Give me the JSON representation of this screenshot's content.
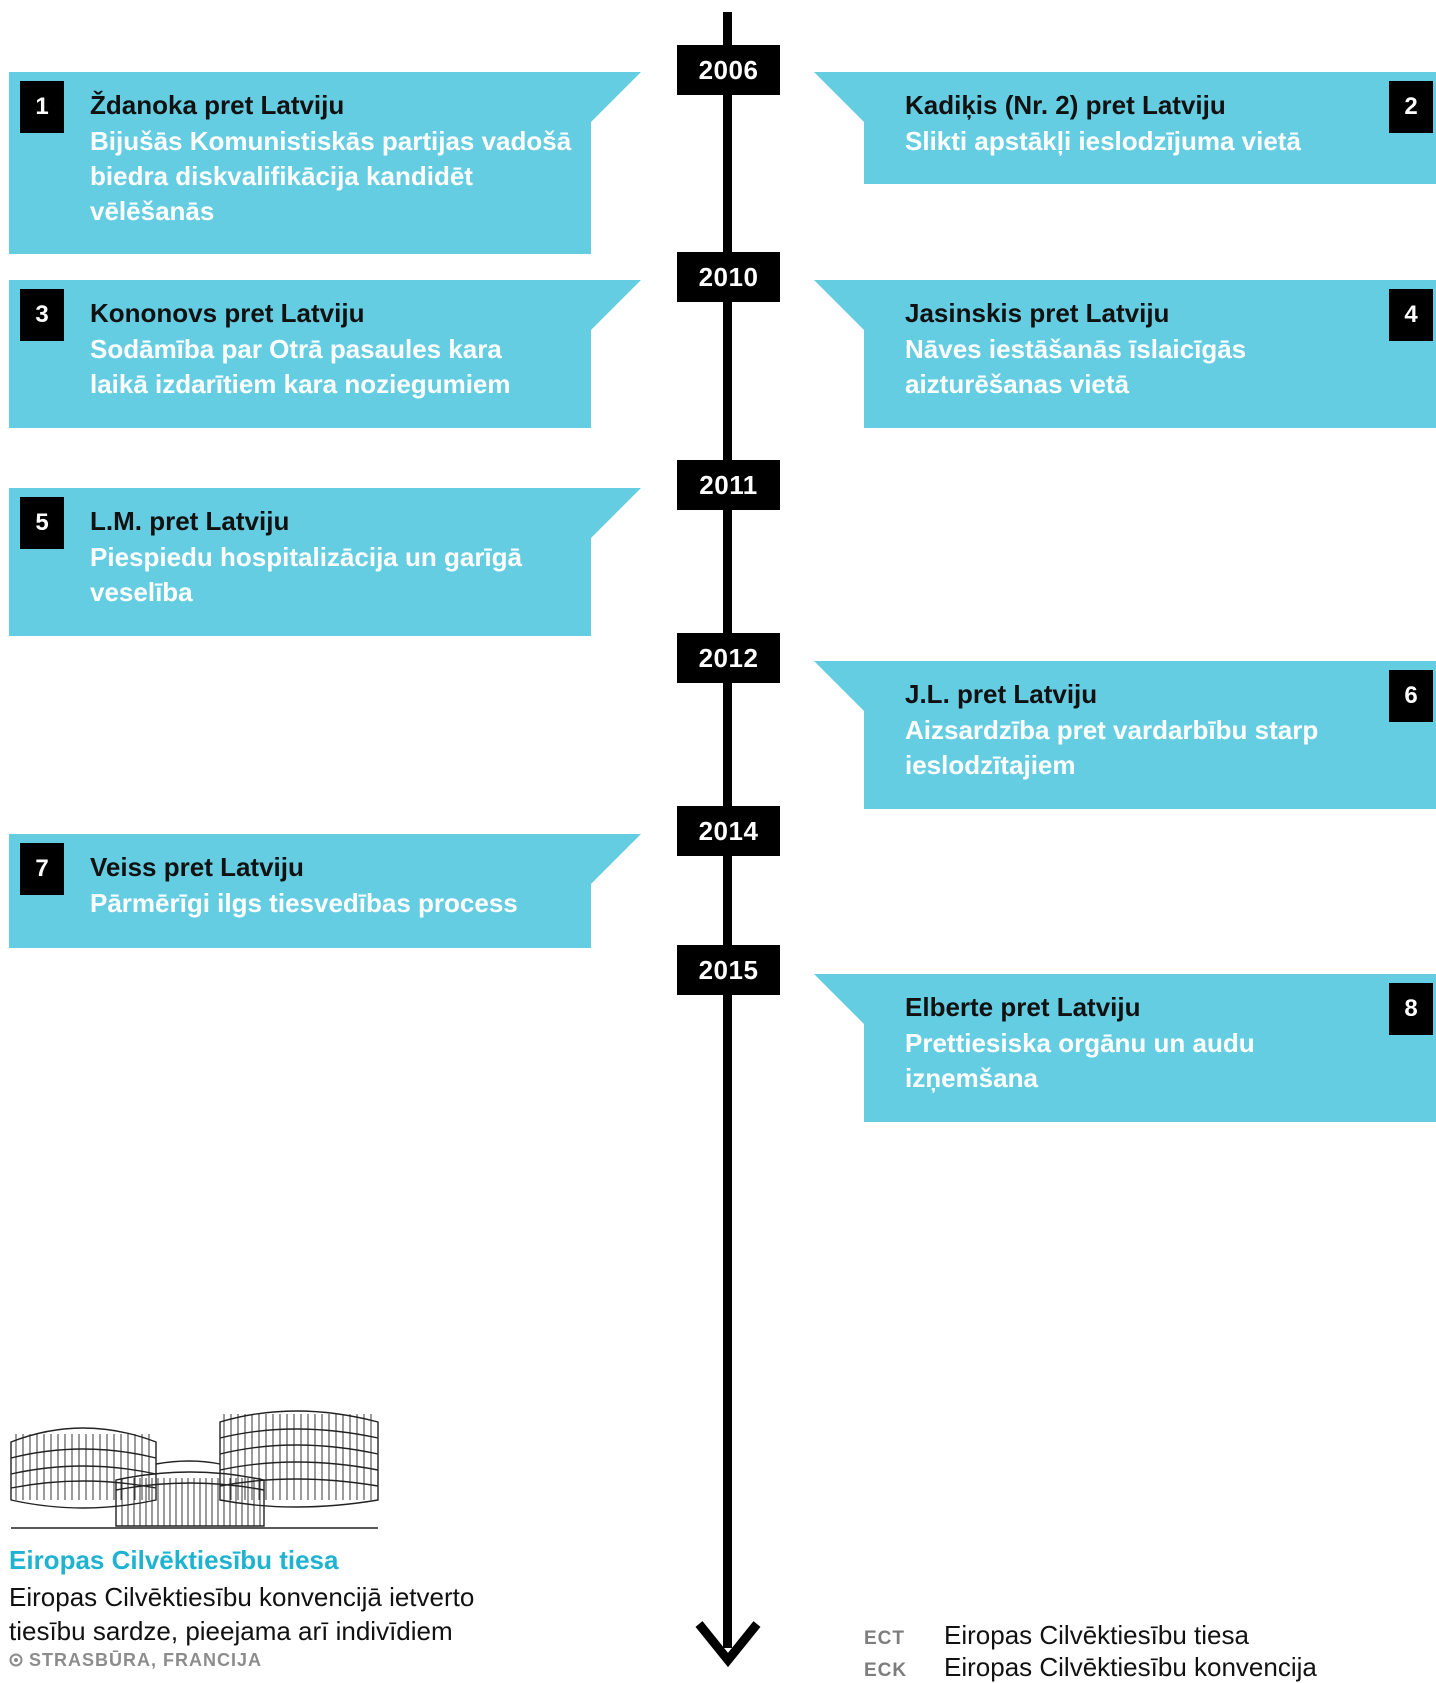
{
  "colors": {
    "card": "#65cde2",
    "ink": "#000000",
    "accent": "#1fb3d1"
  },
  "years": [
    "2006",
    "2010",
    "2011",
    "2012",
    "2014",
    "2015"
  ],
  "cases": [
    {
      "num": "1",
      "title": "Ždanoka pret Latviju",
      "subtitle": "Bijušās Komunistiskās partijas vadošā biedra diskvalifikācija kandidēt vēlēšanās"
    },
    {
      "num": "2",
      "title": "Kadiķis (Nr. 2) pret Latviju",
      "subtitle": "Slikti apstākļi ieslodzījuma vietā"
    },
    {
      "num": "3",
      "title": "Kononovs pret Latviju",
      "subtitle": "Sodāmība par Otrā pasaules kara laikā izdarītiem kara noziegumiem"
    },
    {
      "num": "4",
      "title": "Jasinskis pret Latviju",
      "subtitle": "Nāves iestāšanās īslaicīgās aizturēšanas vietā"
    },
    {
      "num": "5",
      "title": "L.M. pret Latviju",
      "subtitle": "Piespiedu hospitalizācija un garīgā veselība"
    },
    {
      "num": "6",
      "title": "J.L. pret Latviju",
      "subtitle": "Aizsardzība pret vardarbību starp ieslodzītajiem"
    },
    {
      "num": "7",
      "title": "Veiss pret Latviju",
      "subtitle": "Pārmērīgi ilgs tiesvedības process"
    },
    {
      "num": "8",
      "title": "Elberte pret Latviju",
      "subtitle": "Prettiesiska orgānu un audu izņemšana"
    }
  ],
  "court": {
    "name": "Eiropas Cilvēktiesību tiesa",
    "description": "Eiropas Cilvēktiesību konvencijā ietverto tiesību sardze, pieejama arī indivīdiem",
    "location": "STRASBŪRA, FRANCIJA",
    "location_icon": "location-pin-icon"
  },
  "abbreviations": [
    {
      "code": "ECT",
      "meaning": "Eiropas Cilvēktiesību tiesa"
    },
    {
      "code": "ECK",
      "meaning": "Eiropas Cilvēktiesību konvencija"
    }
  ]
}
